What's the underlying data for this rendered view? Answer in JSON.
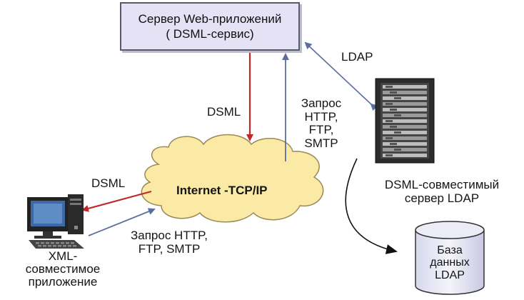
{
  "web_server": {
    "line1": "Сервер Web-приложений",
    "line2": "( DSML-сервис)"
  },
  "cloud_label": "Internet -TCP/IP",
  "dsml_top": "DSML",
  "dsml_left": "DSML",
  "request_top": "Запрос\nHTTP,\nFTP,\nSMTP",
  "request_bottom": "Запрос HTTP,\nFTP, SMTP",
  "ldap_label": "LDAP",
  "ldap_server_label": "DSML-совместимый\nсервер LDAP",
  "database_label": "База\nданных\nLDAP",
  "client_label": "XML-\nсовместимое\nприложение",
  "colors": {
    "dsml_arrow": "#c0282b",
    "request_arrow": "#5a6f9c",
    "cloud_fill": "#fbe9a6",
    "server_box_fill": "#e4e2f4"
  }
}
